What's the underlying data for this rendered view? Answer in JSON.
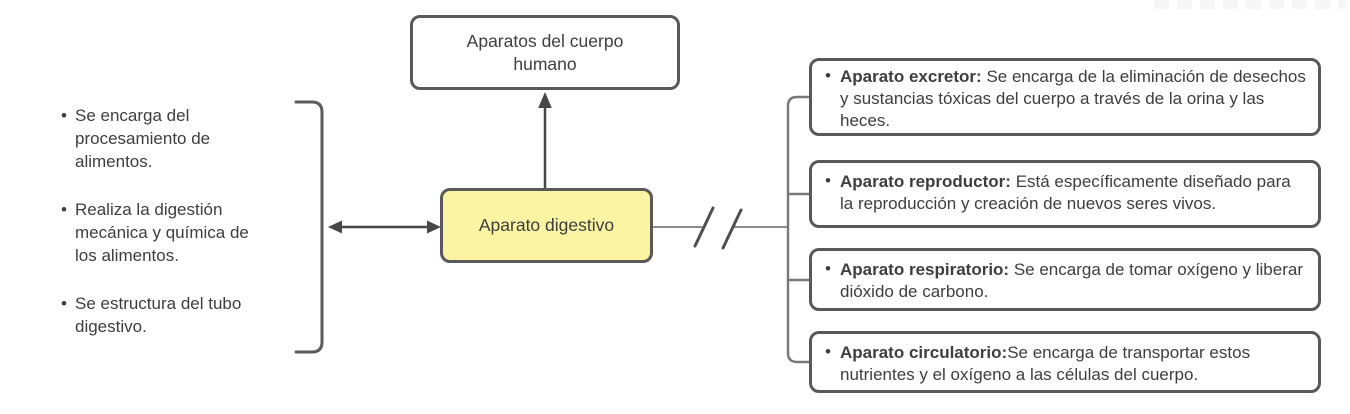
{
  "diagram": {
    "title_node": {
      "label": "Aparatos del cuerpo humano"
    },
    "center_node": {
      "label": "Aparato digestivo"
    },
    "left_notes": {
      "items": [
        "Se encarga del procesamiento de alimentos.",
        "Realiza la digestión mecánica y química de los alimentos.",
        "Se estructura del tubo digestivo."
      ]
    },
    "right_notes": {
      "items": [
        {
          "title": "Aparato excretor:",
          "text": " Se encarga de la eliminación de desechos y sustancias tóxicas del cuerpo a través de la orina y las heces."
        },
        {
          "title": "Aparato reproductor:",
          "text": " Está específicamente diseñado para la reproducción y creación de nuevos seres vivos."
        },
        {
          "title": "Aparato respiratorio:",
          "text": " Se encarga de tomar oxígeno y liberar dióxido de carbono."
        },
        {
          "title": "Aparato circulatorio:",
          "text": "Se encarga de transportar estos nutrientes y el oxígeno a las células del cuerpo."
        }
      ]
    },
    "colors": {
      "node_fill_yellow": "#FAF4A3",
      "node_border_gray": "#595959",
      "text_gray": "#3E3E3E",
      "connector_gray": "#787878",
      "arrow_gray": "#474747",
      "background": "#FFFFFF"
    }
  }
}
